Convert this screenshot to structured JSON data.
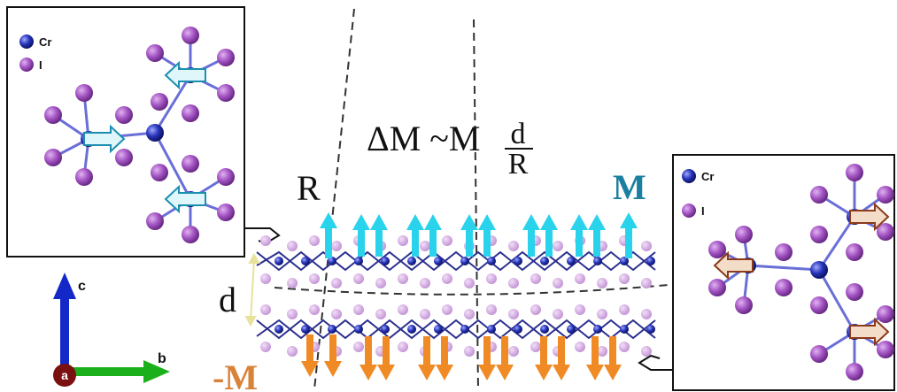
{
  "legend": {
    "cr_label": "Cr",
    "i_label": "I"
  },
  "axes": {
    "c": "c",
    "b": "b",
    "a": "a"
  },
  "formula": {
    "lhs": "ΔM ~M",
    "numerator": "d",
    "denominator": "R"
  },
  "labels": {
    "R": "R",
    "d": "d",
    "M": "M",
    "neg_M": "-M"
  },
  "colors": {
    "cr": "#1f2ea8",
    "iodine": "#9a4fb8",
    "magnet_up": "#29d3ec",
    "magnet_down": "#f08a24",
    "M_label": "#1a7fa0",
    "neg_M_label": "#d9823a",
    "axis_c": "#1428c8",
    "axis_b": "#1bb01b",
    "axis_origin": "#7a1010"
  }
}
